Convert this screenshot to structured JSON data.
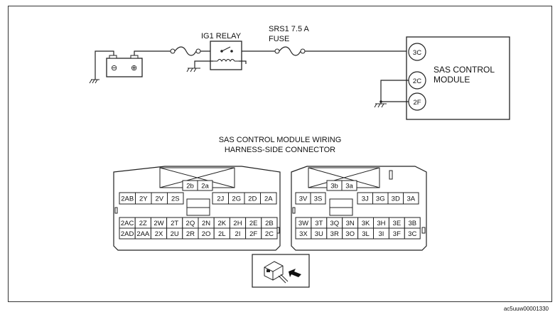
{
  "circuit": {
    "relay_label": "IG1 RELAY",
    "fuse_label_line1": "SRS1 7.5 A",
    "fuse_label_line2": "FUSE",
    "module_label_line1": "SAS CONTROL",
    "module_label_line2": "MODULE",
    "terminals": [
      "3C",
      "2C",
      "2F"
    ],
    "battery_minus": "⊖",
    "battery_plus": "⊕"
  },
  "connector": {
    "title_line1": "SAS CONTROL MODULE WIRING",
    "title_line2": "HARNESS-SIDE CONNECTOR",
    "left": {
      "top_pins": [
        "2b",
        "2a"
      ],
      "row1_left": [
        "2AB",
        "2Y",
        "2V",
        "2S"
      ],
      "row1_right": [
        "2J",
        "2G",
        "2D",
        "2A"
      ],
      "row2": [
        "2AC",
        "2Z",
        "2W",
        "2T",
        "2Q",
        "2N",
        "2K",
        "2H",
        "2E",
        "2B"
      ],
      "row3": [
        "2AD",
        "2AA",
        "2X",
        "2U",
        "2R",
        "2O",
        "2L",
        "2I",
        "2F",
        "2C"
      ]
    },
    "right": {
      "top_pins": [
        "3b",
        "3a"
      ],
      "row1_left": [
        "3V",
        "3S"
      ],
      "row1_right": [
        "3J",
        "3G",
        "3D",
        "3A"
      ],
      "row2": [
        "3W",
        "3T",
        "3Q",
        "3N",
        "3K",
        "3H",
        "3E",
        "3B"
      ],
      "row3": [
        "3X",
        "3U",
        "3R",
        "3O",
        "3L",
        "3I",
        "3F",
        "3C"
      ]
    }
  },
  "code": "ac5uuw00001330"
}
